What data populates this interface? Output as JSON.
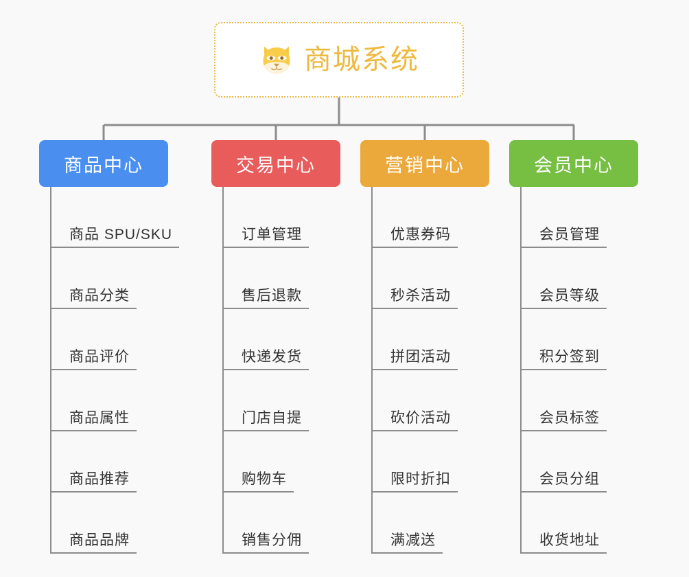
{
  "page": {
    "background_color": "#f9f9f9",
    "type": "mind-map"
  },
  "root": {
    "title": "商城系统",
    "icon": "shiba-dog-face-icon",
    "text_color": "#edb93f",
    "border_color": "#eab948",
    "background_color": "#ffffff"
  },
  "connector": {
    "color": "#8c8c8c"
  },
  "branches": [
    {
      "label": "商品中心",
      "color": "#4a8ff0",
      "items": [
        "商品 SPU/SKU",
        "商品分类",
        "商品评价",
        "商品属性",
        "商品推荐",
        "商品品牌"
      ]
    },
    {
      "label": "交易中心",
      "color": "#e85c5c",
      "items": [
        "订单管理",
        "售后退款",
        "快递发货",
        "门店自提",
        "购物车",
        "销售分佣"
      ]
    },
    {
      "label": "营销中心",
      "color": "#eba93c",
      "items": [
        "优惠券码",
        "秒杀活动",
        "拼团活动",
        "砍价活动",
        "限时折扣",
        "满减送"
      ]
    },
    {
      "label": "会员中心",
      "color": "#76bf43",
      "items": [
        "会员管理",
        "会员等级",
        "积分签到",
        "会员标签",
        "会员分组",
        "收货地址"
      ]
    }
  ]
}
